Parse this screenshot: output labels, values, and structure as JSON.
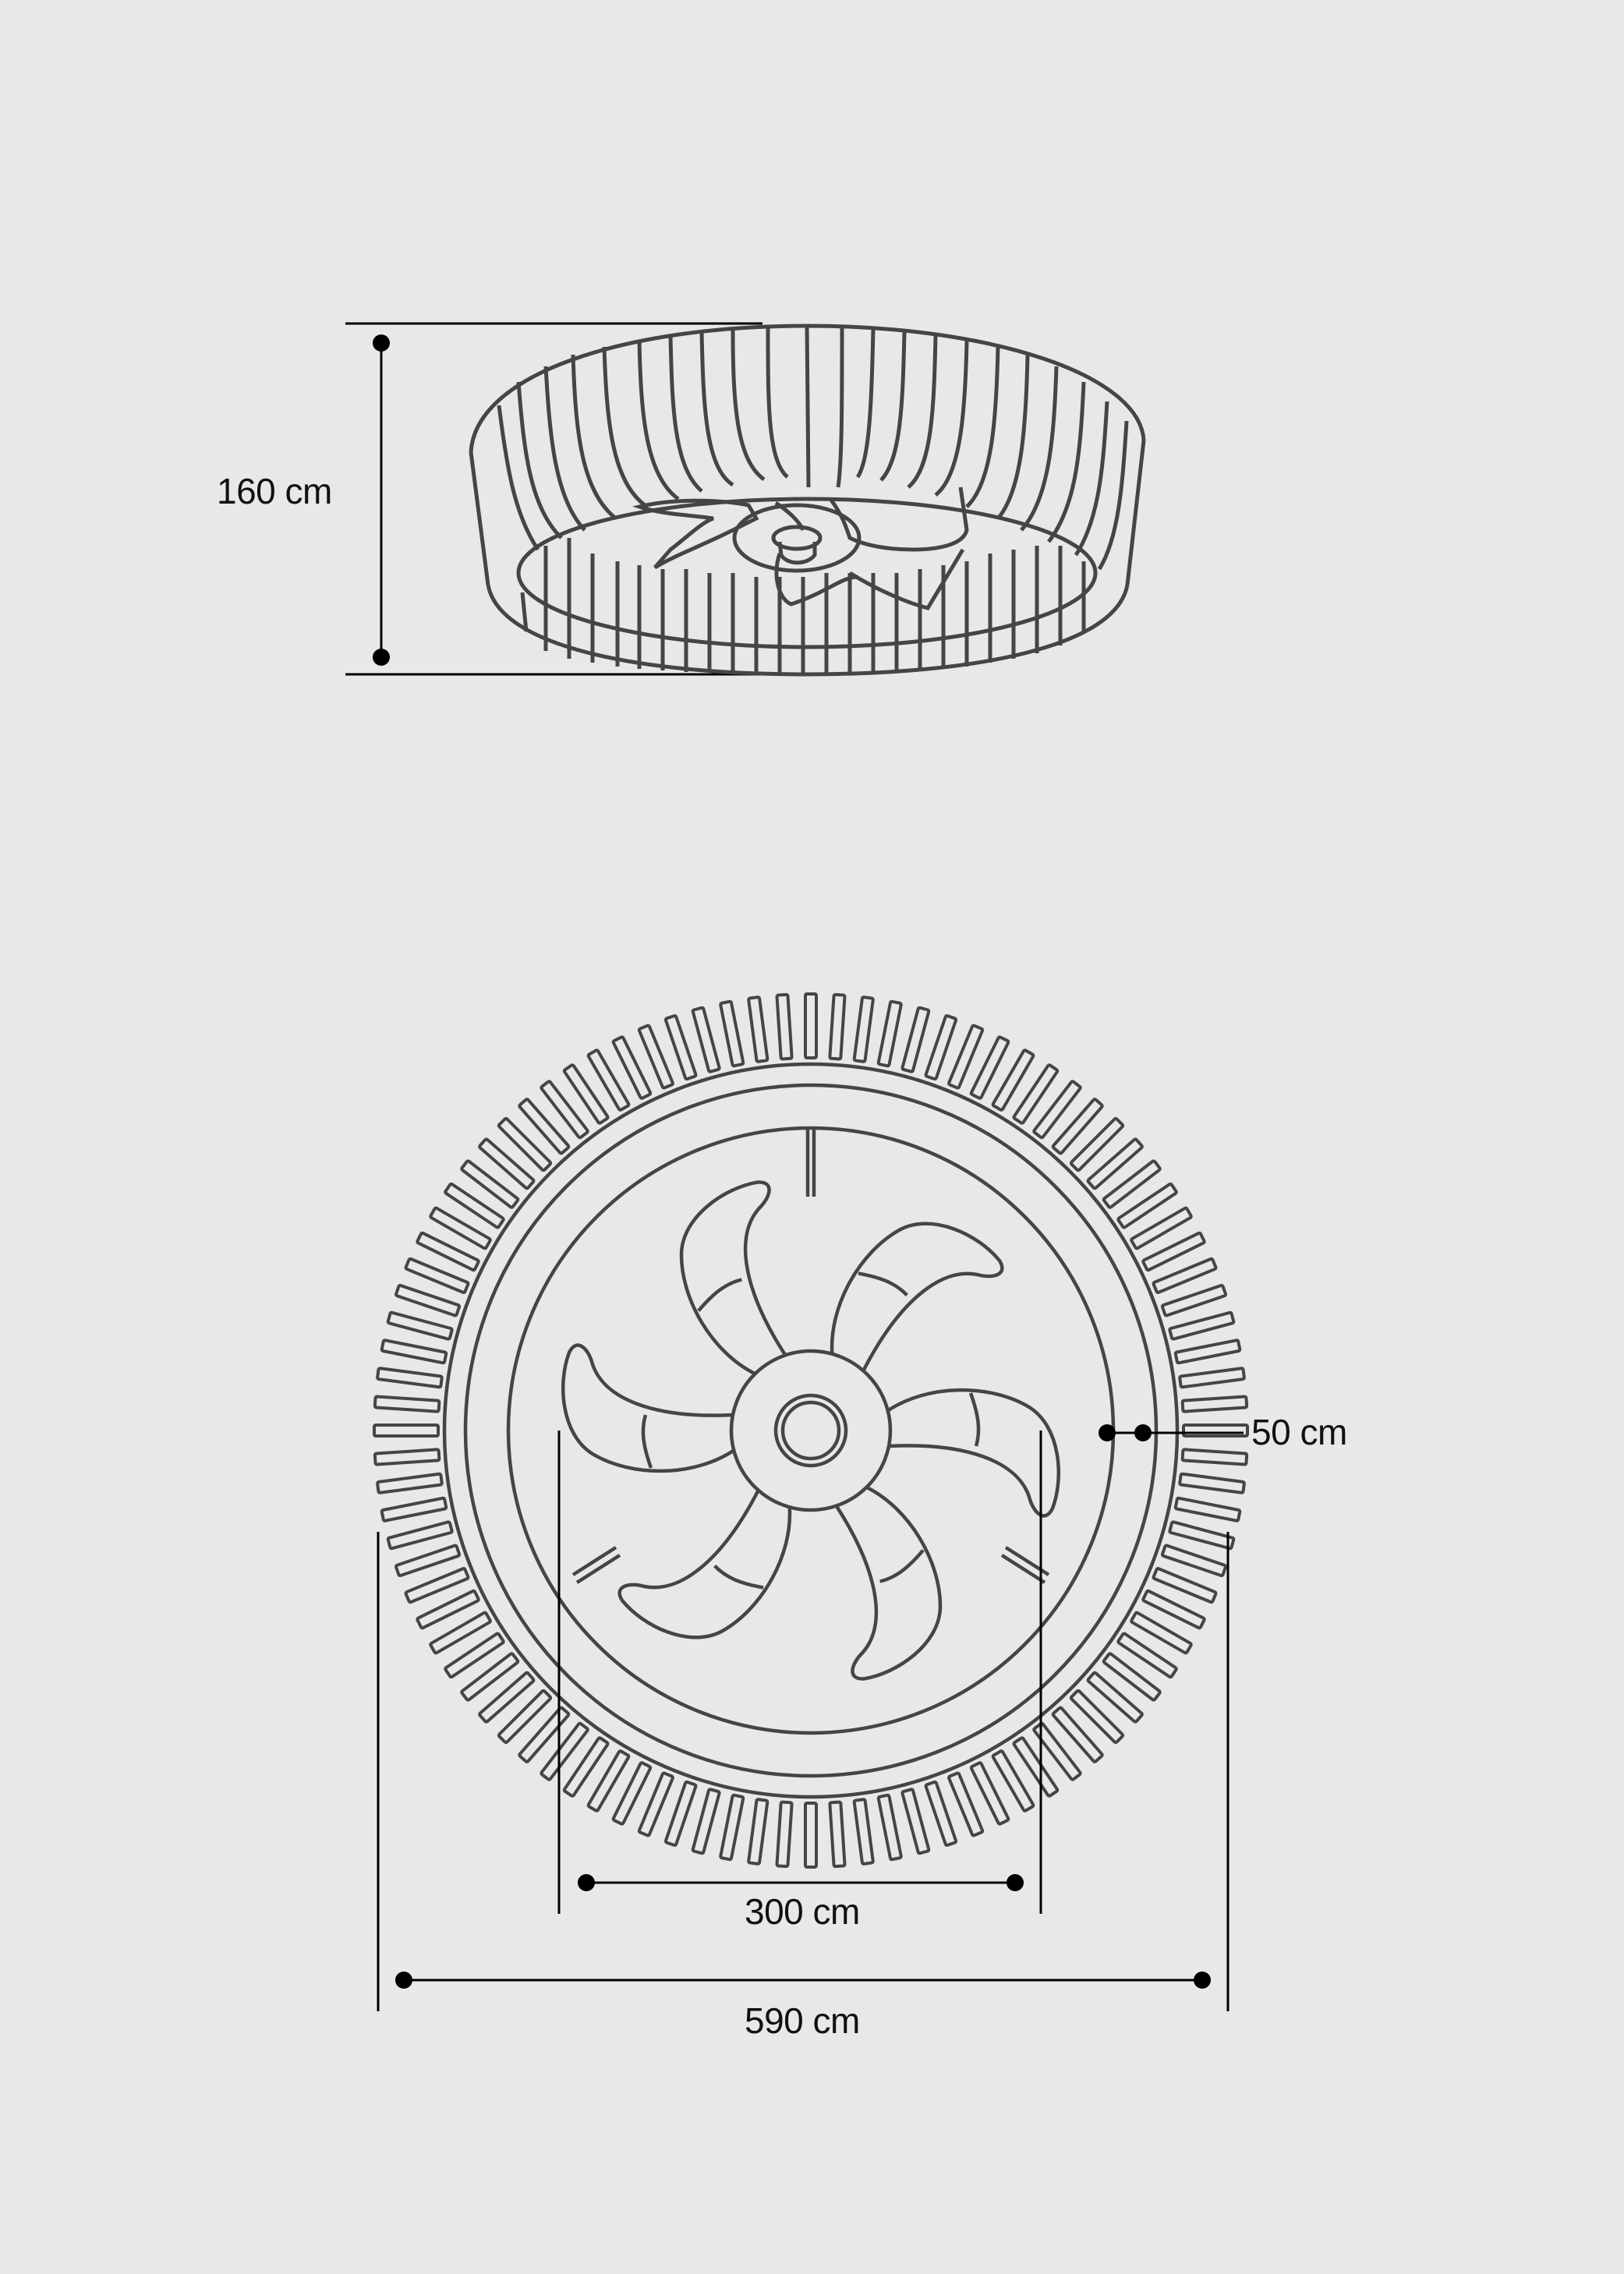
{
  "drawing": {
    "title": "Ceiling fan dimensions diagram",
    "line_color": "#454545",
    "dim_color": "#000000",
    "background": "#e8e9e7"
  },
  "side_view": {
    "height_label": "160 cm",
    "height_value": 160,
    "unit": "cm"
  },
  "top_view": {
    "inner_diameter_label": "300 cm",
    "inner_diameter_value": 300,
    "outer_diameter_label": "590 cm",
    "outer_diameter_value": 590,
    "ring_width_label": "50 cm",
    "ring_width_value": 50,
    "blade_count": 6,
    "fin_count": 96
  }
}
